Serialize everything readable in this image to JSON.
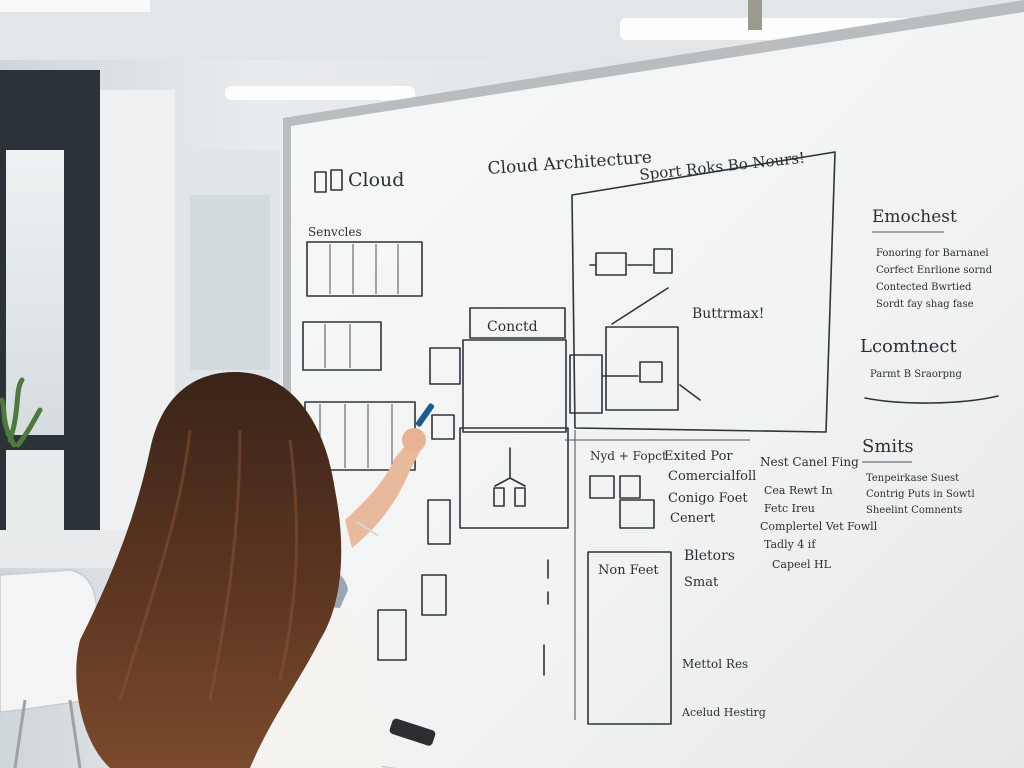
{
  "whiteboard": {
    "logo_text": "Cloud",
    "title": "Cloud Architecture",
    "heading_top": "Sport Roks Bo Nours!",
    "label_services": "Senvcles",
    "label_conctd": "Conctd",
    "label_buttrmax": "Buttrmax!",
    "label_emochest": "Emochest",
    "label_lcomtnect": "Lcomtnect",
    "label_smits": "Smits",
    "label_next": "Nest Canel Fing",
    "label_bletors": "Bletors",
    "label_smat": "Smat",
    "label_non_feet": "Non Feet",
    "label_nyd": "Nyd + Fopct",
    "label_exited": "Exited Por",
    "label_comercial": "Comercialfoll",
    "label_concig": "Conigo Foet",
    "label_cenert": "Cenert",
    "label_mettol": "Mettol Res",
    "label_acelud": "Acelud Hestirg",
    "emochest_items": [
      "Fonoring for Barnanel",
      "Corfect Enrlione sornd",
      "Contected Bwrtied",
      "Sordt fay shag fase"
    ],
    "lcomtnect_items": [
      "Parmt B Sraorpng"
    ],
    "smits_items": [
      "Tenpeirkase Suest",
      "Contrig Puts in Sowtl",
      "Sheelint Comnents"
    ],
    "next_items": [
      "Cea Rewt In",
      "Fetc Ireu",
      "Complertel Vet Fowll",
      "Tadly 4 if",
      "Capeel HL"
    ]
  }
}
